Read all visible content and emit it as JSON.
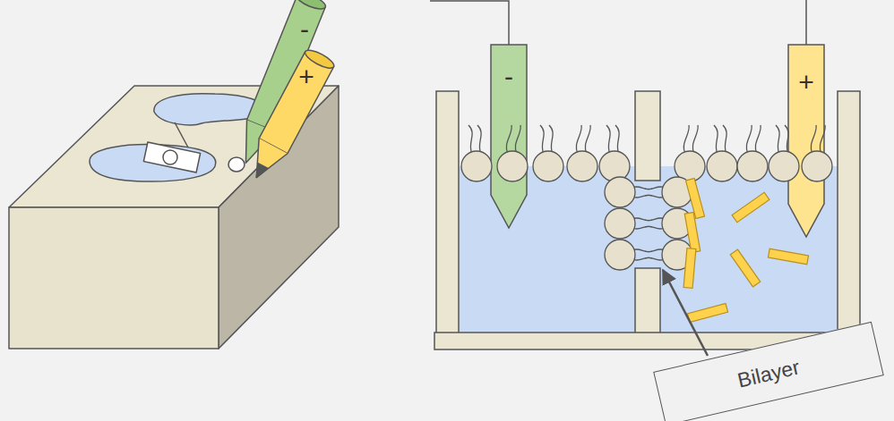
{
  "diagram": {
    "nodes": [
      {
        "text": [
          "Bilayer"
        ]
      }
    ],
    "labels": [
      "-",
      "+",
      "-",
      "+"
    ]
  }
}
